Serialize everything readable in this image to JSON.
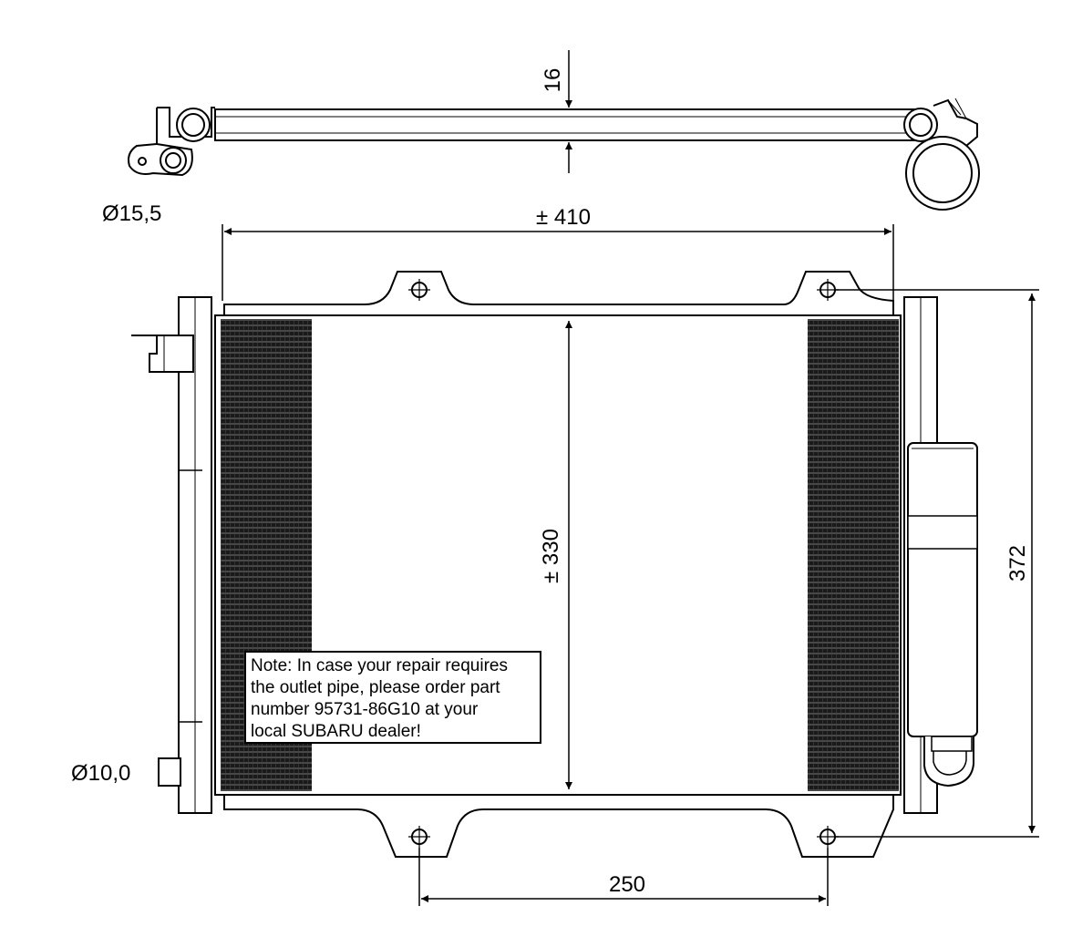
{
  "dimensions": {
    "thickness": "16",
    "inlet_diameter": "Ø15,5",
    "width": "± 410",
    "height_core": "± 330",
    "height_total": "372",
    "outlet_diameter": "Ø10,0",
    "mount_spacing": "250"
  },
  "note": {
    "lines": [
      "Note: In case your repair requires",
      "the outlet pipe, please order part",
      "number 95731-86G10 at your",
      "local SUBARU dealer!"
    ]
  }
}
